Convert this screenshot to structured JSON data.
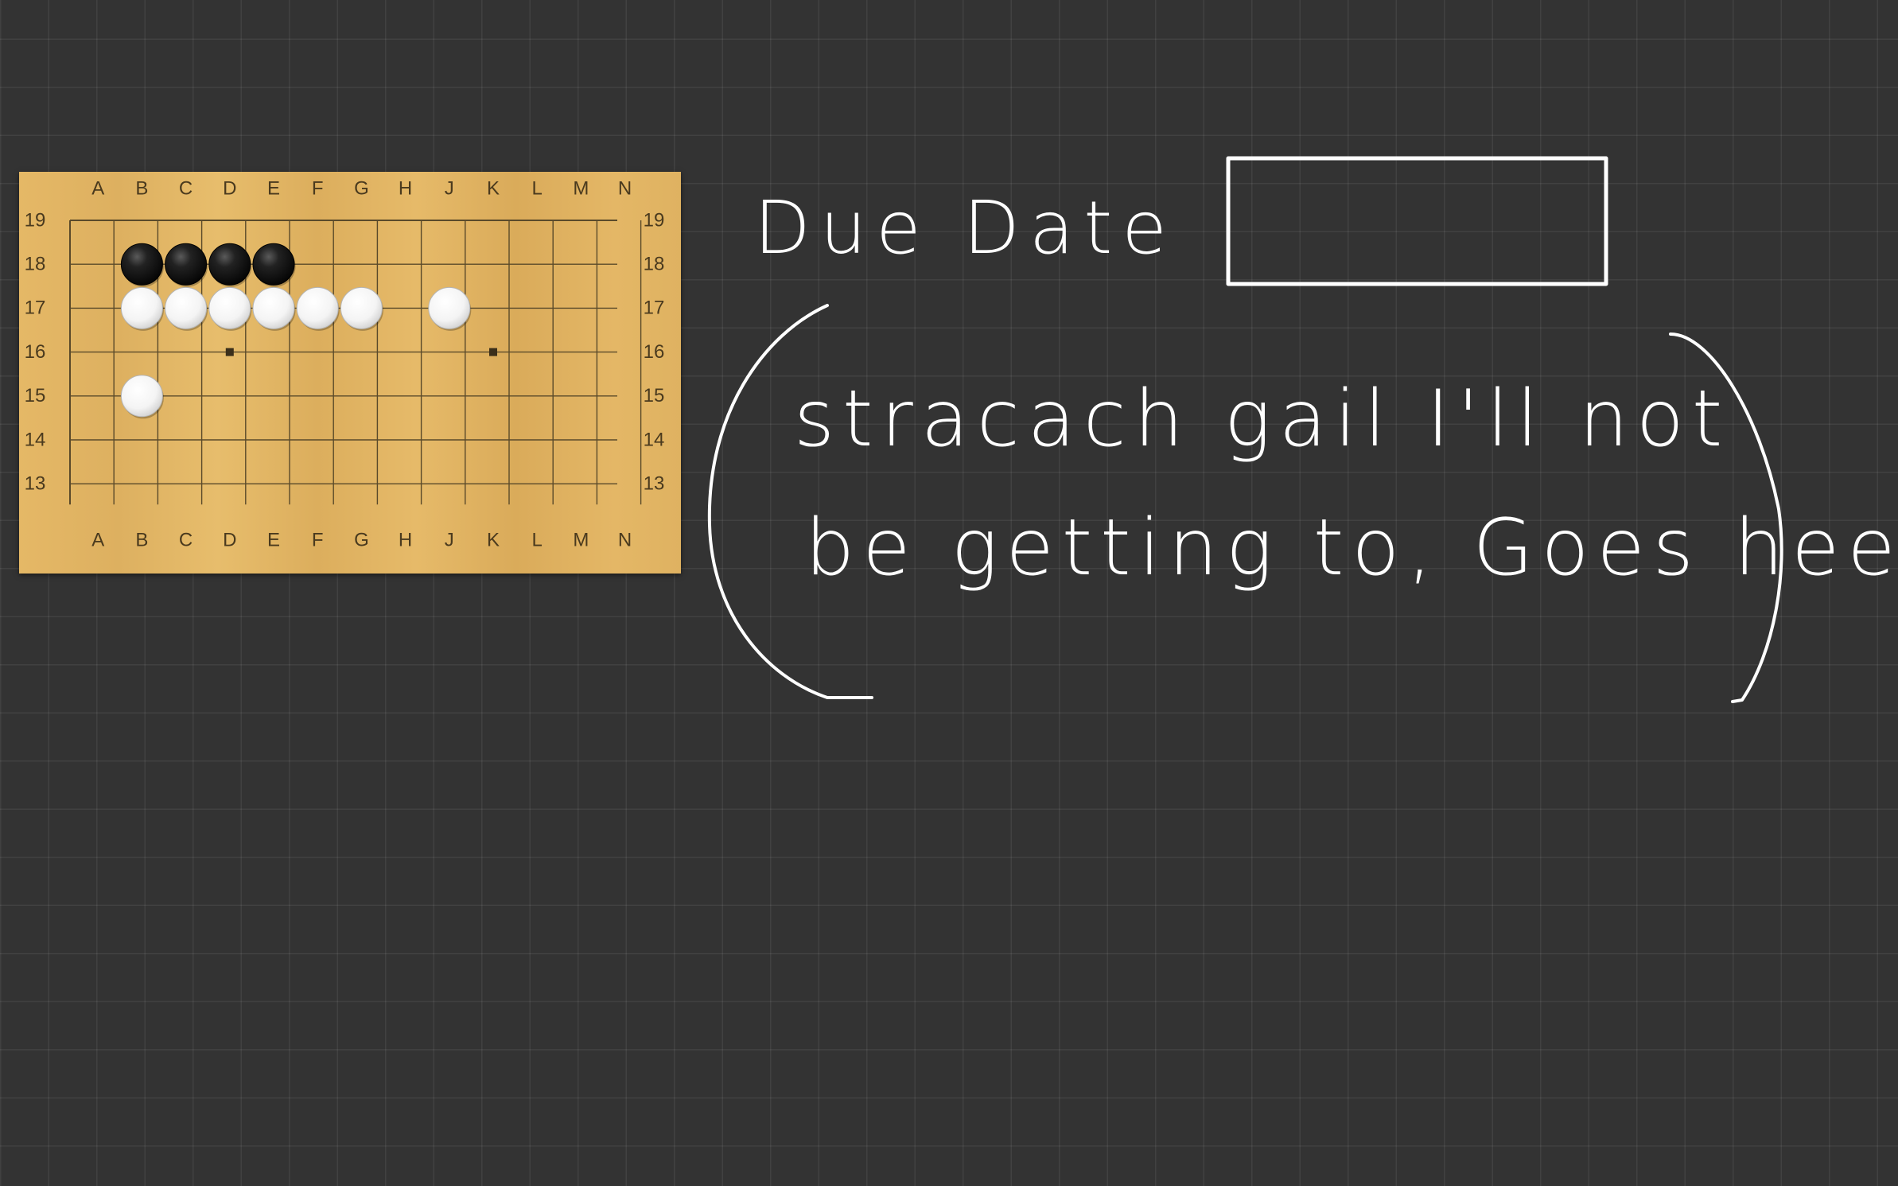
{
  "board": {
    "columns": [
      "A",
      "B",
      "C",
      "D",
      "E",
      "F",
      "G",
      "H",
      "J",
      "K",
      "L",
      "M",
      "N"
    ],
    "rows": [
      "19",
      "18",
      "17",
      "16",
      "15",
      "14",
      "13"
    ],
    "star_points": [
      "D16",
      "K16"
    ],
    "stones": [
      {
        "color": "black",
        "point": "B18"
      },
      {
        "color": "black",
        "point": "C18"
      },
      {
        "color": "black",
        "point": "D18"
      },
      {
        "color": "black",
        "point": "E18"
      },
      {
        "color": "white",
        "point": "B17"
      },
      {
        "color": "white",
        "point": "C17"
      },
      {
        "color": "white",
        "point": "D17"
      },
      {
        "color": "white",
        "point": "E17"
      },
      {
        "color": "white",
        "point": "F17"
      },
      {
        "color": "white",
        "point": "G17"
      },
      {
        "color": "white",
        "point": "J17"
      },
      {
        "color": "white",
        "point": "B15"
      }
    ],
    "colors": {
      "wood": "#e2b563",
      "line": "#5a4a2a",
      "black_stone": "#111111",
      "white_stone": "#ffffff"
    }
  },
  "notes": {
    "due_date_label": "Due Date",
    "due_date_value": "",
    "line1": "stracach gail I'll not",
    "line2": "be getting to, Goes heer",
    "ink_color": "#ffffff"
  },
  "canvas": {
    "background_color": "#333333",
    "grid": true
  }
}
